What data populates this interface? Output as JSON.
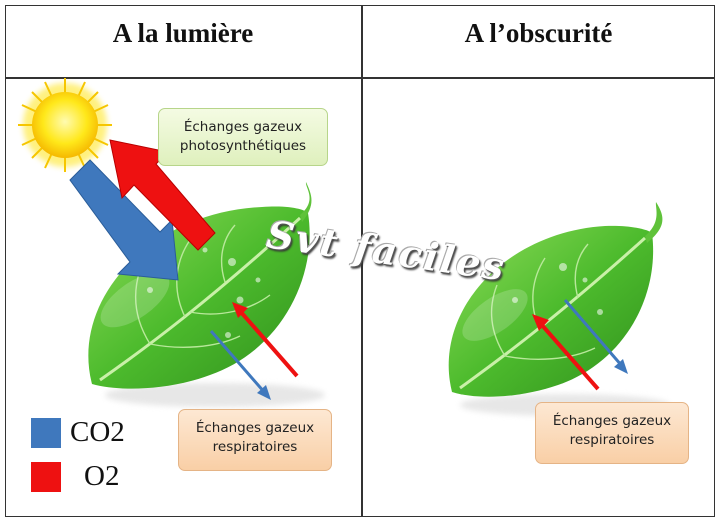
{
  "panels": {
    "light_title": "A la lumière",
    "dark_title": "A l’obscurité"
  },
  "boxes": {
    "photo_line1": "Échanges gazeux",
    "photo_line2": "photosynthétiques",
    "resp_left_line1": "Échanges gazeux",
    "resp_left_line2": "respiratoires",
    "resp_right_line1": "Échanges gazeux",
    "resp_right_line2": "respiratoires"
  },
  "legend": {
    "co2_label": "CO2",
    "co2_color": "#3f78bd",
    "o2_label": "O2",
    "o2_color": "#ee1111"
  },
  "watermark": "Svt faciles"
}
